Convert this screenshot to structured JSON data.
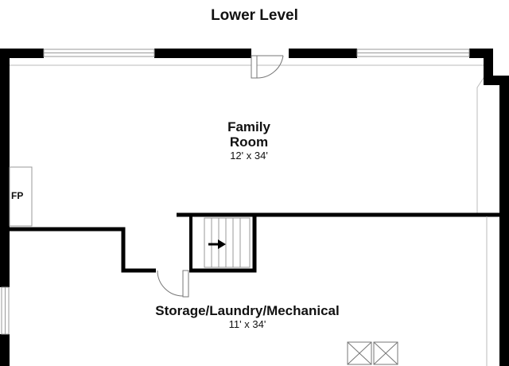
{
  "plan": {
    "title": "Lower Level",
    "rooms": [
      {
        "name_line1": "Family",
        "name_line2": "Room",
        "dimensions": "12' x 34'"
      },
      {
        "name": "Storage/Laundry/Mechanical",
        "dimensions": "11' x 34'"
      }
    ],
    "fixtures": {
      "fireplace": "FP"
    },
    "colors": {
      "wall": "#000000",
      "fine_line": "#bbbbbb",
      "background": "#ffffff"
    },
    "icons": {
      "stair_direction": "arrow-right-icon"
    }
  }
}
